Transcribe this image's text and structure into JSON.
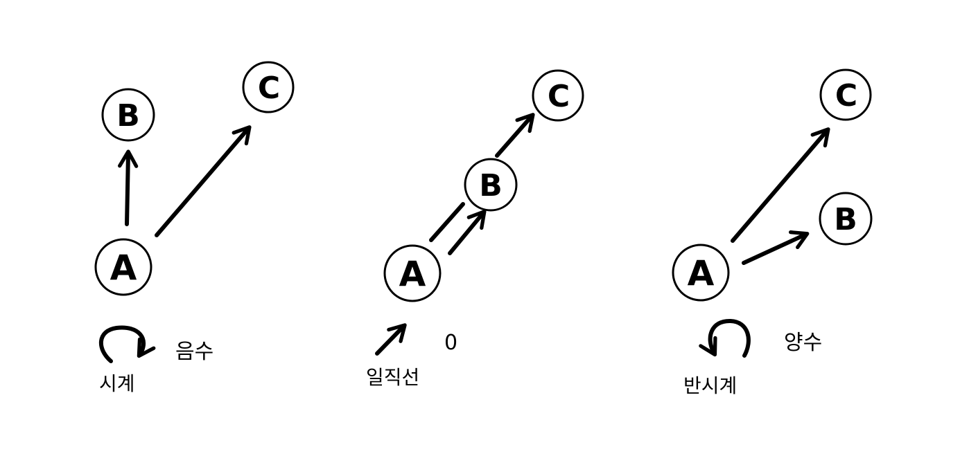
{
  "panels": [
    {
      "id": "clockwise",
      "nodes": {
        "a": "A",
        "b": "B",
        "c": "C"
      },
      "direction_label": "시계",
      "sign_label": "음수"
    },
    {
      "id": "collinear",
      "nodes": {
        "a": "A",
        "b": "B",
        "c": "C"
      },
      "direction_label": "일직선",
      "sign_label": "0"
    },
    {
      "id": "counterclockwise",
      "nodes": {
        "a": "A",
        "b": "B",
        "c": "C"
      },
      "direction_label": "반시계",
      "sign_label": "양수"
    }
  ],
  "colors": {
    "ink": "#000000",
    "paper": "#ffffff"
  }
}
